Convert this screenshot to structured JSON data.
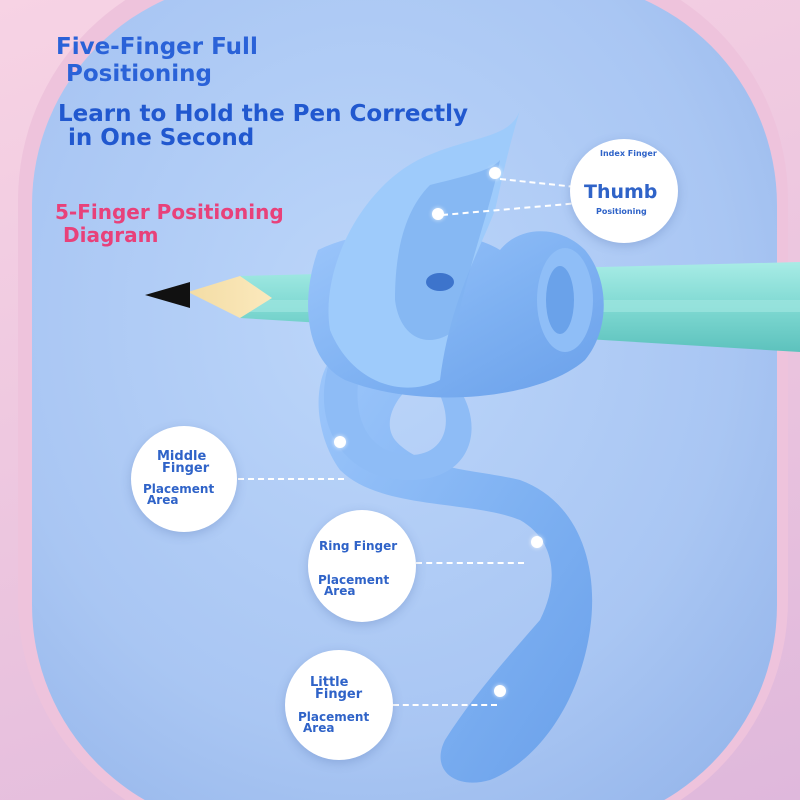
{
  "headline": {
    "line1": "Five-Finger Full",
    "line2": "Positioning",
    "line3": "Learn to Hold the Pen Correctly",
    "line4": "in One Second"
  },
  "diagram_title": {
    "line1": "5-Finger Positioning",
    "line2": "Diagram"
  },
  "callouts": {
    "thumb": {
      "top": "Index Finger",
      "main": "Thumb",
      "sub": "Positioning"
    },
    "middle": {
      "line1": "Middle",
      "line2": "Finger",
      "line3": "Placement",
      "line4": "Area"
    },
    "ring": {
      "line1": "Ring Finger",
      "line2": "Placement",
      "line3": "Area"
    },
    "little": {
      "line1": "Little",
      "line2": "Finger",
      "line3": "Placement",
      "line4": "Area"
    }
  },
  "colors": {
    "headline": "#2a62d8",
    "subhead": "#e8417a",
    "grip": "#7fb2f3",
    "pencil": "#7fd9d2",
    "panel": "#a9c8f4"
  }
}
